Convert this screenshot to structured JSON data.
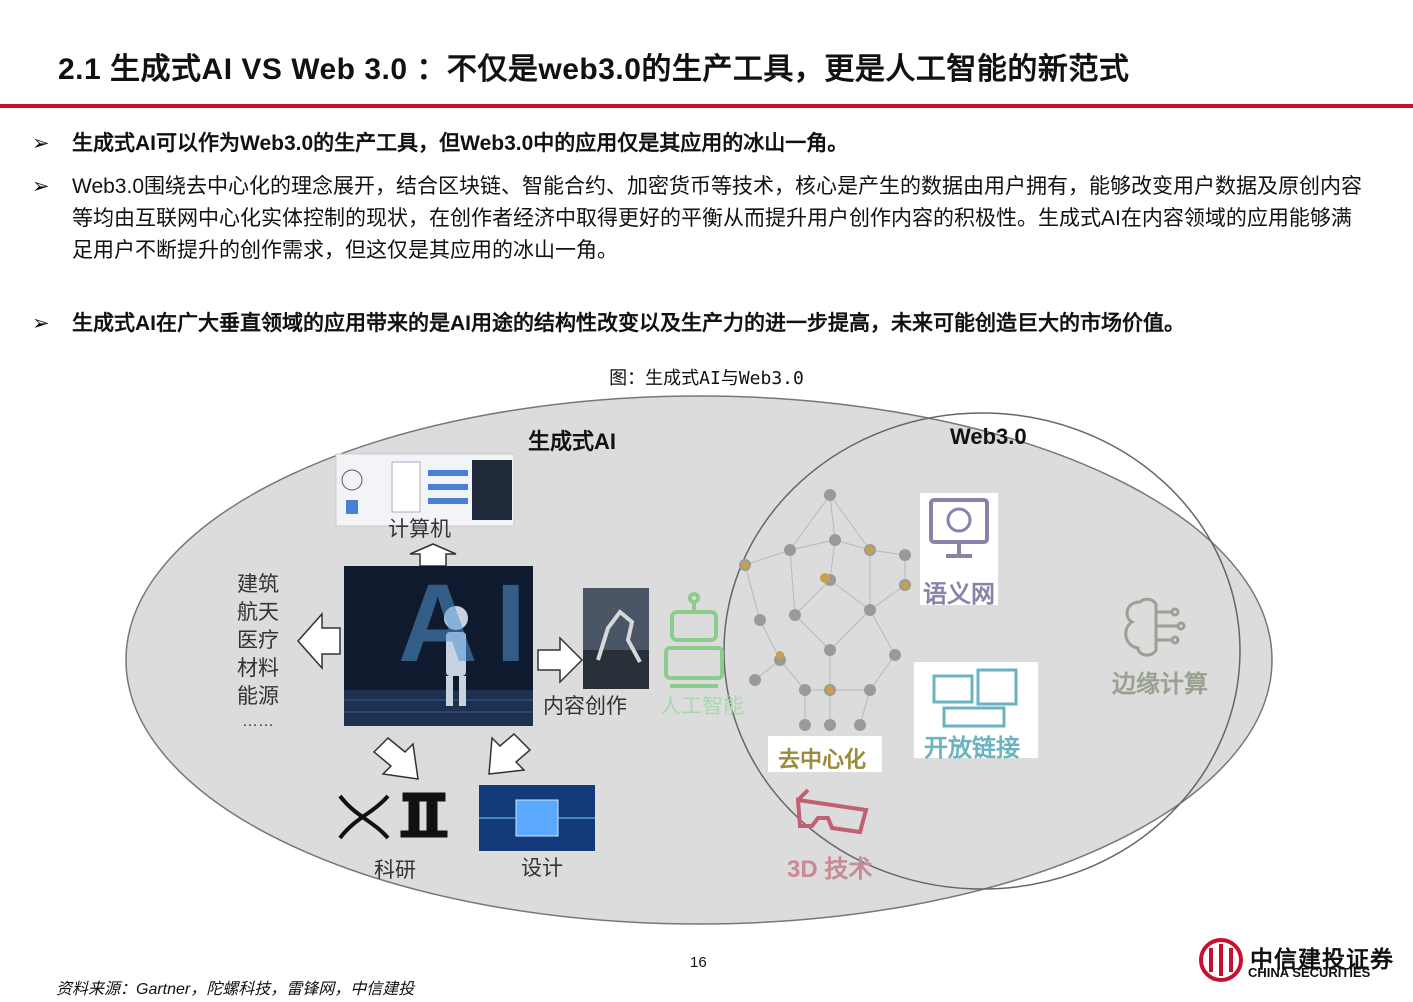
{
  "header": {
    "title": "2.1 生成式AI VS Web 3.0 ：不仅是web3.0的生产工具，更是人工智能的新范式"
  },
  "bullets": [
    {
      "mark": "➢",
      "text": "生成式AI可以作为Web3.0的生产工具，但Web3.0中的应用仅是其应用的冰山一角。",
      "bold": true
    },
    {
      "mark": "➢",
      "text": "Web3.0围绕去中心化的理念展开，结合区块链、智能合约、加密货币等技术，核心是产生的数据由用户拥有，能够改变用户数据及原创内容等均由互联网中心化实体控制的现状，在创作者经济中取得更好的平衡从而提升用户创作内容的积极性。生成式AI在内容领域的应用能够满足用户不断提升的创作需求，但这仅是其应用的冰山一角。",
      "bold": false
    },
    {
      "mark": "➢",
      "text": "生成式AI在广大垂直领域的应用带来的是AI用途的结构性改变以及生产力的进一步提高，未来可能创造巨大的市场价值。",
      "bold": true
    }
  ],
  "figure": {
    "caption": "图：生成式AI与Web3.0",
    "left_circle_label": "生成式AI",
    "right_circle_label": "Web3.0",
    "computer_label": "计算机",
    "industries": [
      "建筑",
      "航天",
      "医疗",
      "材料",
      "能源",
      "……"
    ],
    "content_creation_label": "内容创作",
    "ai_label": "人工智能",
    "research_label": "科研",
    "design_label": "设计",
    "decentralization_label": "去中心化",
    "semantic_web_label": "语义网",
    "open_link_label": "开放链接",
    "edge_computing_label": "边缘计算",
    "tech_3d_label": "3D 技术",
    "hero_text": "AI"
  },
  "footer": {
    "source": "资料来源：Gartner，陀螺科技，雷锋网，中信建投",
    "page_number": "16"
  },
  "logo": {
    "cn": "中信建投证券",
    "en": "CHINA SECURITIES"
  },
  "colors": {
    "accent": "#c8102e",
    "ellipse_fill": "#dcdcdc",
    "ai_green": "#7fc97f",
    "tech3d_red": "#c06070"
  }
}
